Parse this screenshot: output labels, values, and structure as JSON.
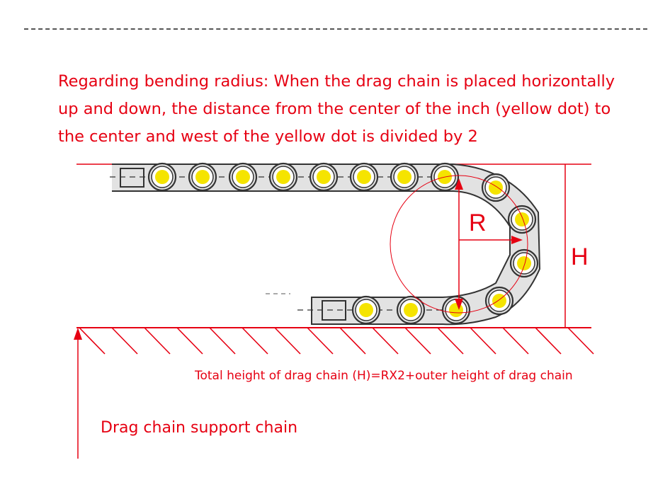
{
  "title_text": "Regarding bending radius: When the drag chain is placed horizontally up and down, the distance from the center of the inch (yellow dot) to the center and west of the yellow dot is divided by 2",
  "diagram": {
    "radius_label": "R",
    "height_label": "H",
    "formula": "Total height of drag chain (H)=RX2+outer height of drag chain",
    "support_label": "Drag chain support chain"
  },
  "colors": {
    "accent": "#e60012",
    "dot": "#f5e400",
    "chain": "#e2e2e2",
    "outline": "#333333"
  }
}
